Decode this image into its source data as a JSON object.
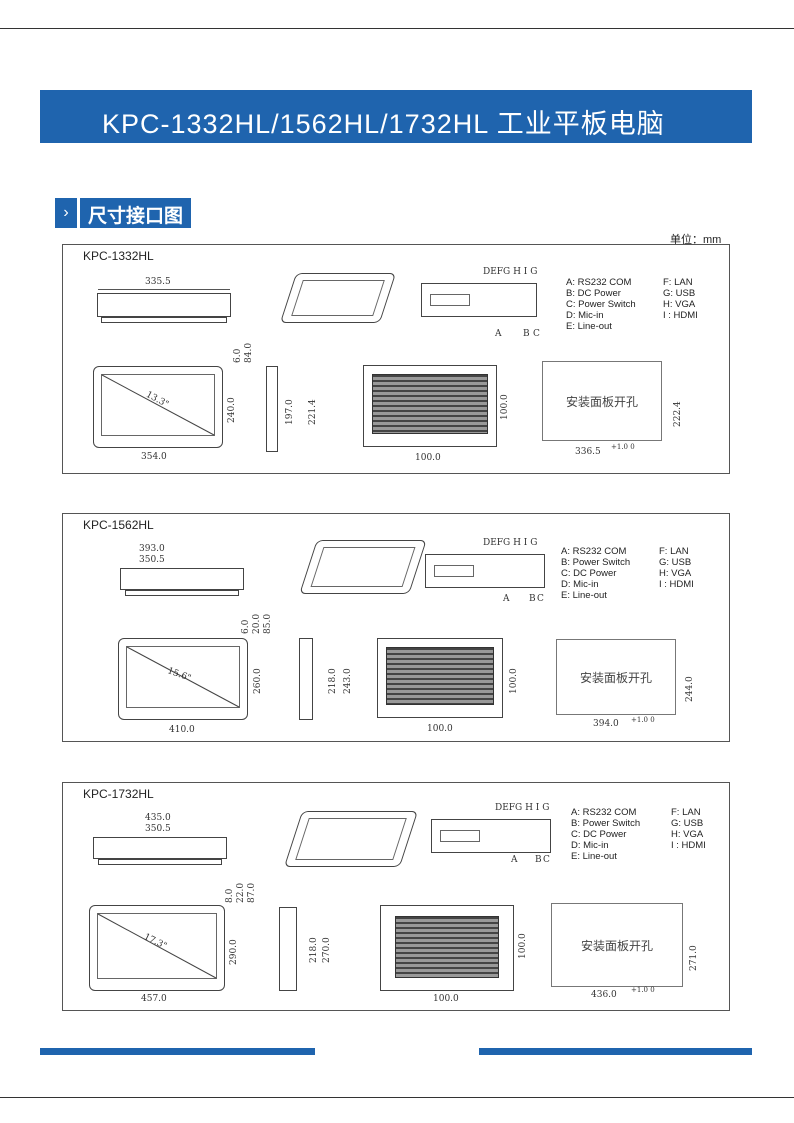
{
  "header": {
    "title": "KPC-1332HL/1562HL/1732HL  工业平板电脑"
  },
  "section": {
    "title": "尺寸接口图",
    "icon": "chevron-right-icon"
  },
  "unit_label": "单位：mm",
  "cutout_label": "安装面板开孔",
  "colors": {
    "brand": "#1f64ae"
  },
  "models": [
    {
      "name": "KPC-1332HL",
      "ports_label": "DEFG H  I G",
      "legend_left": [
        "A: RS232 COM",
        "B: DC Power",
        "C: Power Switch",
        "D: Mic-in",
        "E: Line-out"
      ],
      "legend_right": [
        "F: LAN",
        "G: USB",
        "H: VGA",
        "I : HDMI"
      ],
      "port_letters": {
        "a": "A",
        "b": "B",
        "c": "C"
      },
      "side_width": "335.5",
      "side_inner": "",
      "side_depths": [
        "6.0",
        "84.0"
      ],
      "front_width": "354.0",
      "front_height": "240.0",
      "diagonal": "13.3\"",
      "edge_dims": [
        "197.0",
        "221.4"
      ],
      "rear_spacing": "100.0",
      "rear_spacing_h": "100.0",
      "cutout_width": "336.5",
      "cutout_height": "222.4",
      "tolerance": "+1.0 0"
    },
    {
      "name": "KPC-1562HL",
      "ports_label": "DEFG H  I G",
      "legend_left": [
        "A: RS232 COM",
        "B: Power Switch",
        "C: DC Power",
        "D: Mic-in",
        "E: Line-out"
      ],
      "legend_right": [
        "F: LAN",
        "G: USB",
        "H: VGA",
        "I : HDMI"
      ],
      "port_letters": {
        "a": "A",
        "b": "B",
        "c": "C"
      },
      "side_width": "393.0",
      "side_inner": "350.5",
      "side_depths": [
        "6.0",
        "20.0",
        "85.0"
      ],
      "front_width": "410.0",
      "front_height": "260.0",
      "diagonal": "15.6\"",
      "edge_dims": [
        "218.0",
        "243.0"
      ],
      "rear_spacing": "100.0",
      "rear_spacing_h": "100.0",
      "cutout_width": "394.0",
      "cutout_height": "244.0",
      "tolerance": "+1.0 0"
    },
    {
      "name": "KPC-1732HL",
      "ports_label": "DEFG H  I G",
      "legend_left": [
        "A: RS232 COM",
        "B: Power Switch",
        "C: DC Power",
        "D: Mic-in",
        "E: Line-out"
      ],
      "legend_right": [
        "F: LAN",
        "G: USB",
        "H: VGA",
        "I : HDMI"
      ],
      "port_letters": {
        "a": "A",
        "b": "B",
        "c": "C"
      },
      "side_width": "435.0",
      "side_inner": "350.5",
      "side_depths": [
        "8.0",
        "22.0",
        "87.0"
      ],
      "front_width": "457.0",
      "front_height": "290.0",
      "diagonal": "17.3\"",
      "edge_dims": [
        "218.0",
        "270.0"
      ],
      "rear_spacing": "100.0",
      "rear_spacing_h": "100.0",
      "cutout_width": "436.0",
      "cutout_height": "271.0",
      "tolerance": "+1.0 0"
    }
  ]
}
